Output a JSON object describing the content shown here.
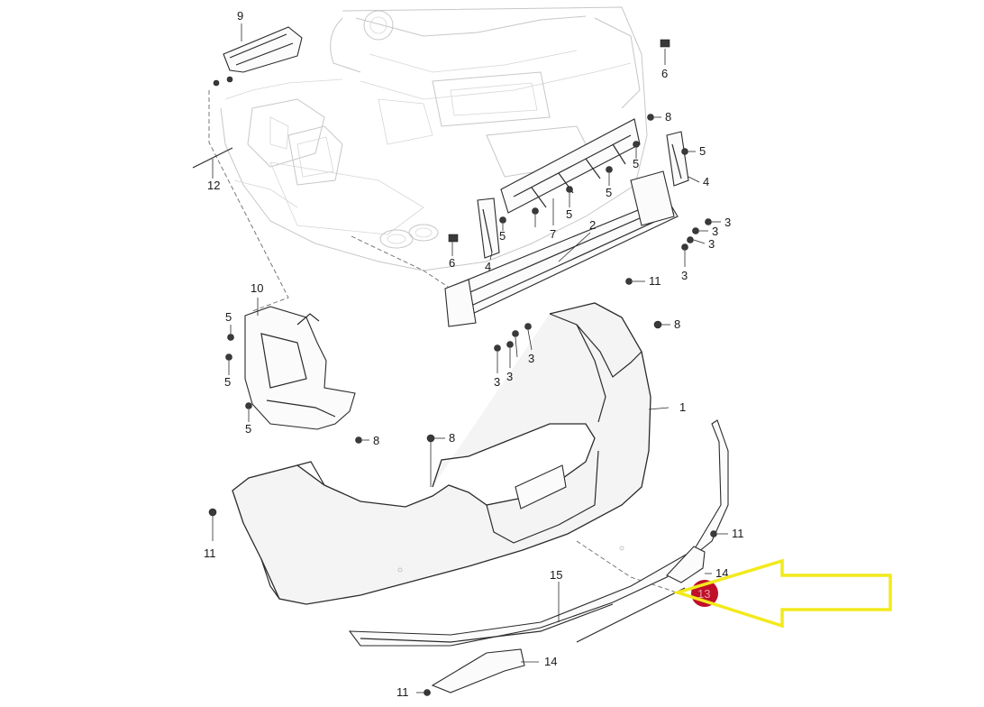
{
  "labels": [
    {
      "id": "l9",
      "text": "9"
    },
    {
      "id": "l6a",
      "text": "6"
    },
    {
      "id": "l8a",
      "text": "8"
    },
    {
      "id": "l5a",
      "text": "5"
    },
    {
      "id": "l4a",
      "text": "4"
    },
    {
      "id": "l12",
      "text": "12"
    },
    {
      "id": "l5b",
      "text": "5"
    },
    {
      "id": "l5c",
      "text": "5"
    },
    {
      "id": "l5d",
      "text": "5"
    },
    {
      "id": "l5e",
      "text": "5"
    },
    {
      "id": "l7",
      "text": "7"
    },
    {
      "id": "l3a",
      "text": "3"
    },
    {
      "id": "l3b",
      "text": "3"
    },
    {
      "id": "l3c",
      "text": "3"
    },
    {
      "id": "l3d",
      "text": "3"
    },
    {
      "id": "l2",
      "text": "2"
    },
    {
      "id": "l6b",
      "text": "6"
    },
    {
      "id": "l4b",
      "text": "4"
    },
    {
      "id": "l11a",
      "text": "11"
    },
    {
      "id": "l10",
      "text": "10"
    },
    {
      "id": "l5f",
      "text": "5"
    },
    {
      "id": "l5g",
      "text": "5"
    },
    {
      "id": "l5h",
      "text": "5"
    },
    {
      "id": "l8b",
      "text": "8"
    },
    {
      "id": "l3e",
      "text": "3"
    },
    {
      "id": "l3f",
      "text": "3"
    },
    {
      "id": "l3g",
      "text": "3"
    },
    {
      "id": "l1",
      "text": "1"
    },
    {
      "id": "l8c",
      "text": "8"
    },
    {
      "id": "l8d",
      "text": "8"
    },
    {
      "id": "l11b",
      "text": "11"
    },
    {
      "id": "l11c",
      "text": "11"
    },
    {
      "id": "l14a",
      "text": "14"
    },
    {
      "id": "l15",
      "text": "15"
    },
    {
      "id": "l13",
      "text": "13"
    },
    {
      "id": "l14b",
      "text": "14"
    },
    {
      "id": "l11d",
      "text": "11"
    }
  ],
  "highlight": {
    "part": "13",
    "marker_color": "#c0102a",
    "arrow_color": "#f2ea1c"
  },
  "colors": {
    "line": "#2b2b2b",
    "ghost": "#c7c7c7",
    "background": "#ffffff"
  }
}
